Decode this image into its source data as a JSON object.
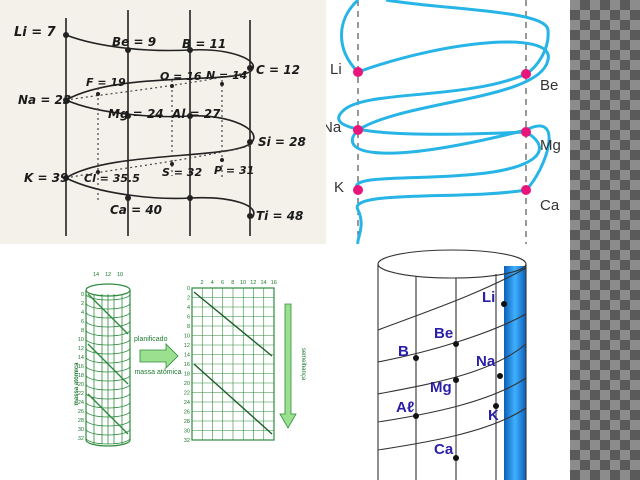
{
  "panel_tl": {
    "labels": {
      "li": "Li = 7",
      "be": "Be = 9",
      "b": "B = 11",
      "c": "C = 12",
      "na": "Na = 23",
      "f": "F = 19",
      "o": "O = 16",
      "n": "N = 14",
      "mg": "Mg = 24",
      "al": "Al = 27",
      "si": "Si = 28",
      "k": "K = 39",
      "cl": "Cl = 35.5",
      "s": "S = 32",
      "p": "P = 31",
      "ca": "Ca = 40",
      "ti": "Ti = 48"
    }
  },
  "panel_tr": {
    "labels": {
      "li": "Li",
      "na": "Na",
      "k": "K",
      "be": "Be",
      "mg": "Mg",
      "ca": "Ca"
    },
    "colors": {
      "helix": "#27b4e6",
      "dot": "#e8157a"
    }
  },
  "panel_bl": {
    "top_ticks": [
      "14",
      "12",
      "10"
    ],
    "cyl_ticks": [
      "0",
      "2",
      "4",
      "6",
      "8",
      "10",
      "12",
      "14",
      "16",
      "18",
      "20",
      "22",
      "24",
      "26",
      "28",
      "30",
      "32"
    ],
    "grid_top_ticks": [
      "2",
      "4",
      "6",
      "8",
      "10",
      "12",
      "14",
      "16"
    ],
    "grid_side_ticks": [
      "0",
      "2",
      "4",
      "6",
      "8",
      "10",
      "12",
      "14",
      "16",
      "18",
      "20",
      "22",
      "24",
      "26",
      "28",
      "30",
      "32"
    ],
    "vertical_label": "massa atômica",
    "arrow_label": "planificado",
    "grid_label": "massa atômica",
    "similarity_label": "semelhança",
    "colors": {
      "grid": "#2e8b3e",
      "arrow": "#9be08f"
    }
  },
  "panel_br": {
    "labels": {
      "li": "Li",
      "be": "Be",
      "b": "B",
      "na": "Na",
      "mg": "Mg",
      "al": "Aℓ",
      "k": "K",
      "ca": "Ca"
    },
    "colors": {
      "label": "#2a1fa8",
      "stripe": "#1f8fe0"
    }
  }
}
